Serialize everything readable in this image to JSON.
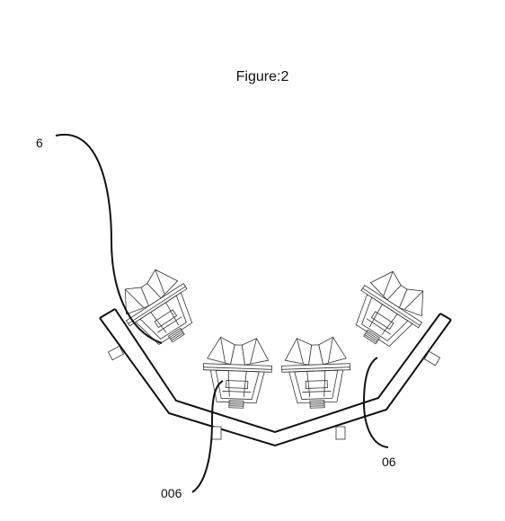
{
  "figure": {
    "title": "Figure:2",
    "labels": {
      "left_unit": "6",
      "center_unit": "006",
      "right_unit": "06"
    }
  }
}
